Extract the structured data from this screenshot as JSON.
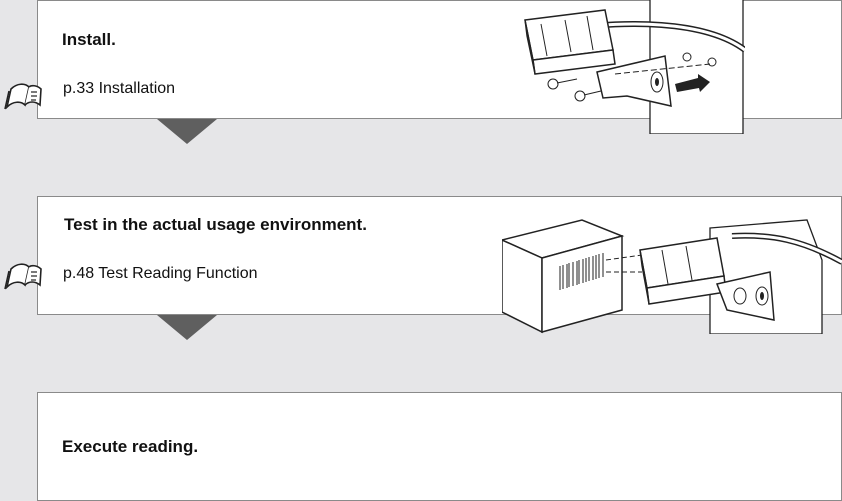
{
  "steps": [
    {
      "title": "Install.",
      "reference": "p.33 Installation",
      "icon": "manual-book-icon",
      "illustration": "scanner-mounting-illustration"
    },
    {
      "title": "Test in the actual usage environment.",
      "reference": "p.48 Test Reading Function",
      "icon": "manual-book-icon",
      "illustration": "barcode-test-illustration"
    },
    {
      "title": "Execute reading."
    }
  ],
  "colors": {
    "background": "#e6e6e8",
    "box": "#ffffff",
    "border": "#8a8a8a",
    "arrow": "#5f5f5f"
  }
}
